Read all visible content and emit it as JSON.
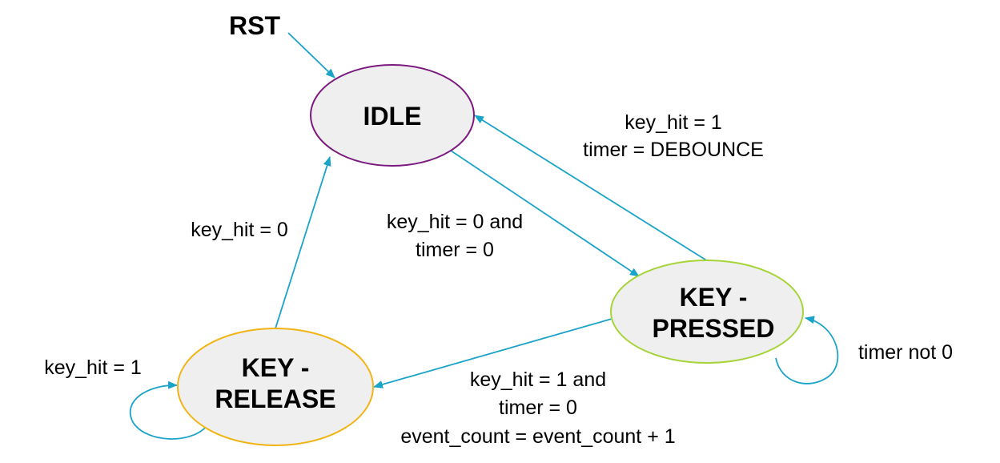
{
  "colors": {
    "arrow": "#1aa3c8",
    "state_fill": "#efefef",
    "idle_border": "#7b1a7e",
    "pressed_border": "#a6d43a",
    "release_border": "#f2b414",
    "text": "#000000"
  },
  "reset": {
    "label": "RST"
  },
  "states": {
    "idle": {
      "label": "IDLE"
    },
    "pressed": {
      "line1": "KEY -",
      "line2": "PRESSED"
    },
    "release": {
      "line1": "KEY -",
      "line2": "RELEASE"
    }
  },
  "transitions": {
    "pressed_to_idle": {
      "line1": "key_hit = 1",
      "line2": "timer = DEBOUNCE"
    },
    "idle_to_pressed": {
      "line1": "key_hit = 0 and",
      "line2": "timer = 0"
    },
    "release_to_idle": {
      "line1": "key_hit = 0"
    },
    "release_self": {
      "line1": "key_hit = 1"
    },
    "pressed_self": {
      "line1": "timer not 0"
    },
    "pressed_to_release": {
      "line1": "key_hit = 1 and",
      "line2": "timer = 0",
      "line3": "event_count = event_count + 1"
    }
  }
}
